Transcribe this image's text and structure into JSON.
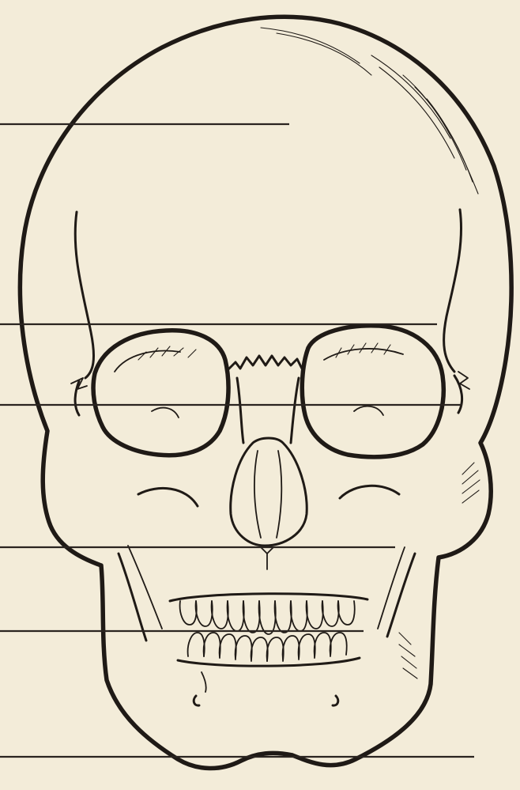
{
  "diagram": {
    "type": "anatomical-line-drawing",
    "subject_icon": "skull-front-view-icon",
    "colors": {
      "paper": "#f3ecd9",
      "ink": "#1f1a16"
    },
    "label_lines": [
      {
        "id": "line-1",
        "label": ""
      },
      {
        "id": "line-2",
        "label": ""
      },
      {
        "id": "line-3",
        "label": ""
      },
      {
        "id": "line-4",
        "label": ""
      },
      {
        "id": "line-5",
        "label": ""
      },
      {
        "id": "line-6",
        "label": ""
      }
    ]
  }
}
